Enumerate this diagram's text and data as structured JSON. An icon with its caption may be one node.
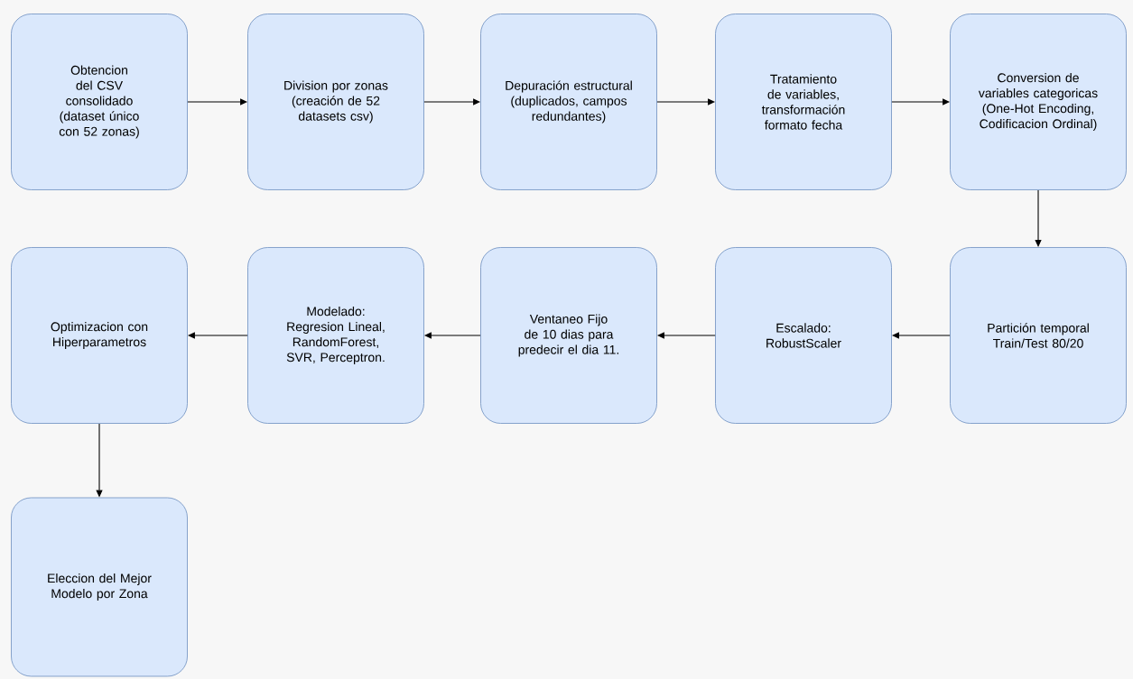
{
  "diagram": {
    "nodes": [
      {
        "text": [
          "Obtencion del CSV consolidado (dataset único con 52 zonas)"
        ]
      },
      {
        "text": [
          "Division por zonas (creación de 52 datasets csv)"
        ]
      },
      {
        "text": [
          "Depuración estructural (duplicados, campos redundantes)"
        ]
      },
      {
        "text": [
          "Tratamiento de variables, transformación formato fecha"
        ]
      },
      {
        "text": [
          "Conversion de variables categoricas (One-Hot Encoding, Codificacion Ordinal)"
        ]
      },
      {
        "text": [
          "Partición temporal Train/Test 80/20"
        ]
      },
      {
        "text": [
          "Escalado: RobustScaler"
        ]
      },
      {
        "text": [
          "Ventaneo Fijo de 10 dias para predecir el dia 11."
        ]
      },
      {
        "text": [
          "Modelado: Regresion Lineal, RandomForest, SVR, Perceptron."
        ]
      },
      {
        "text": [
          "Optimizacion con Hiperparametros"
        ]
      },
      {
        "text": [
          "Eleccion del Mejor Modelo por Zona"
        ]
      }
    ],
    "edges": [
      {
        "from": 0,
        "to": 1,
        "arrow": "to"
      },
      {
        "from": 1,
        "to": 2,
        "arrow": "to"
      },
      {
        "from": 2,
        "to": 3,
        "arrow": "to"
      },
      {
        "from": 3,
        "to": 4,
        "arrow": "to"
      },
      {
        "from": 4,
        "to": 5,
        "arrow": "to"
      },
      {
        "from": 5,
        "to": 6,
        "arrow": "to"
      },
      {
        "from": 6,
        "to": 7,
        "arrow": "to"
      },
      {
        "from": 7,
        "to": 8,
        "arrow": "to"
      },
      {
        "from": 8,
        "to": 9,
        "arrow": "to"
      },
      {
        "from": 9,
        "to": 10,
        "arrow": "to"
      }
    ]
  }
}
